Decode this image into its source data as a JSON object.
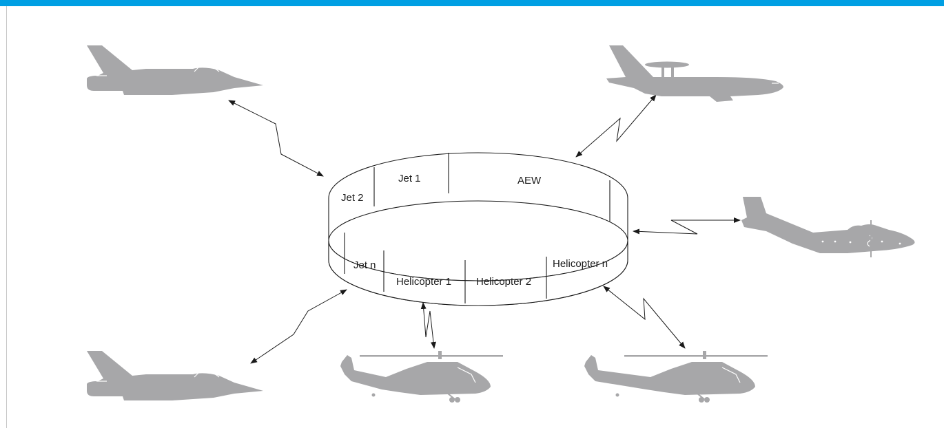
{
  "colors": {
    "accent": "#009fe3",
    "aircraft": "#a7a7a9",
    "line": "#1a1a1a"
  },
  "ring": {
    "slots": {
      "jet1": "Jet 1",
      "aew": "AEW",
      "jet2": "Jet 2",
      "jetn": "Jet n",
      "heli1": "Helicopter 1",
      "heli2": "Helicopter 2",
      "helin": "Helicopter n"
    }
  },
  "aircraft": [
    {
      "icon": "fighter-jet-icon",
      "position": "top-left"
    },
    {
      "icon": "aew-aircraft-icon",
      "position": "top-right"
    },
    {
      "icon": "transport-aircraft-icon",
      "position": "right"
    },
    {
      "icon": "helicopter-icon",
      "position": "bottom-right"
    },
    {
      "icon": "helicopter-icon",
      "position": "bottom-center"
    },
    {
      "icon": "fighter-jet-icon",
      "position": "bottom-left"
    }
  ]
}
